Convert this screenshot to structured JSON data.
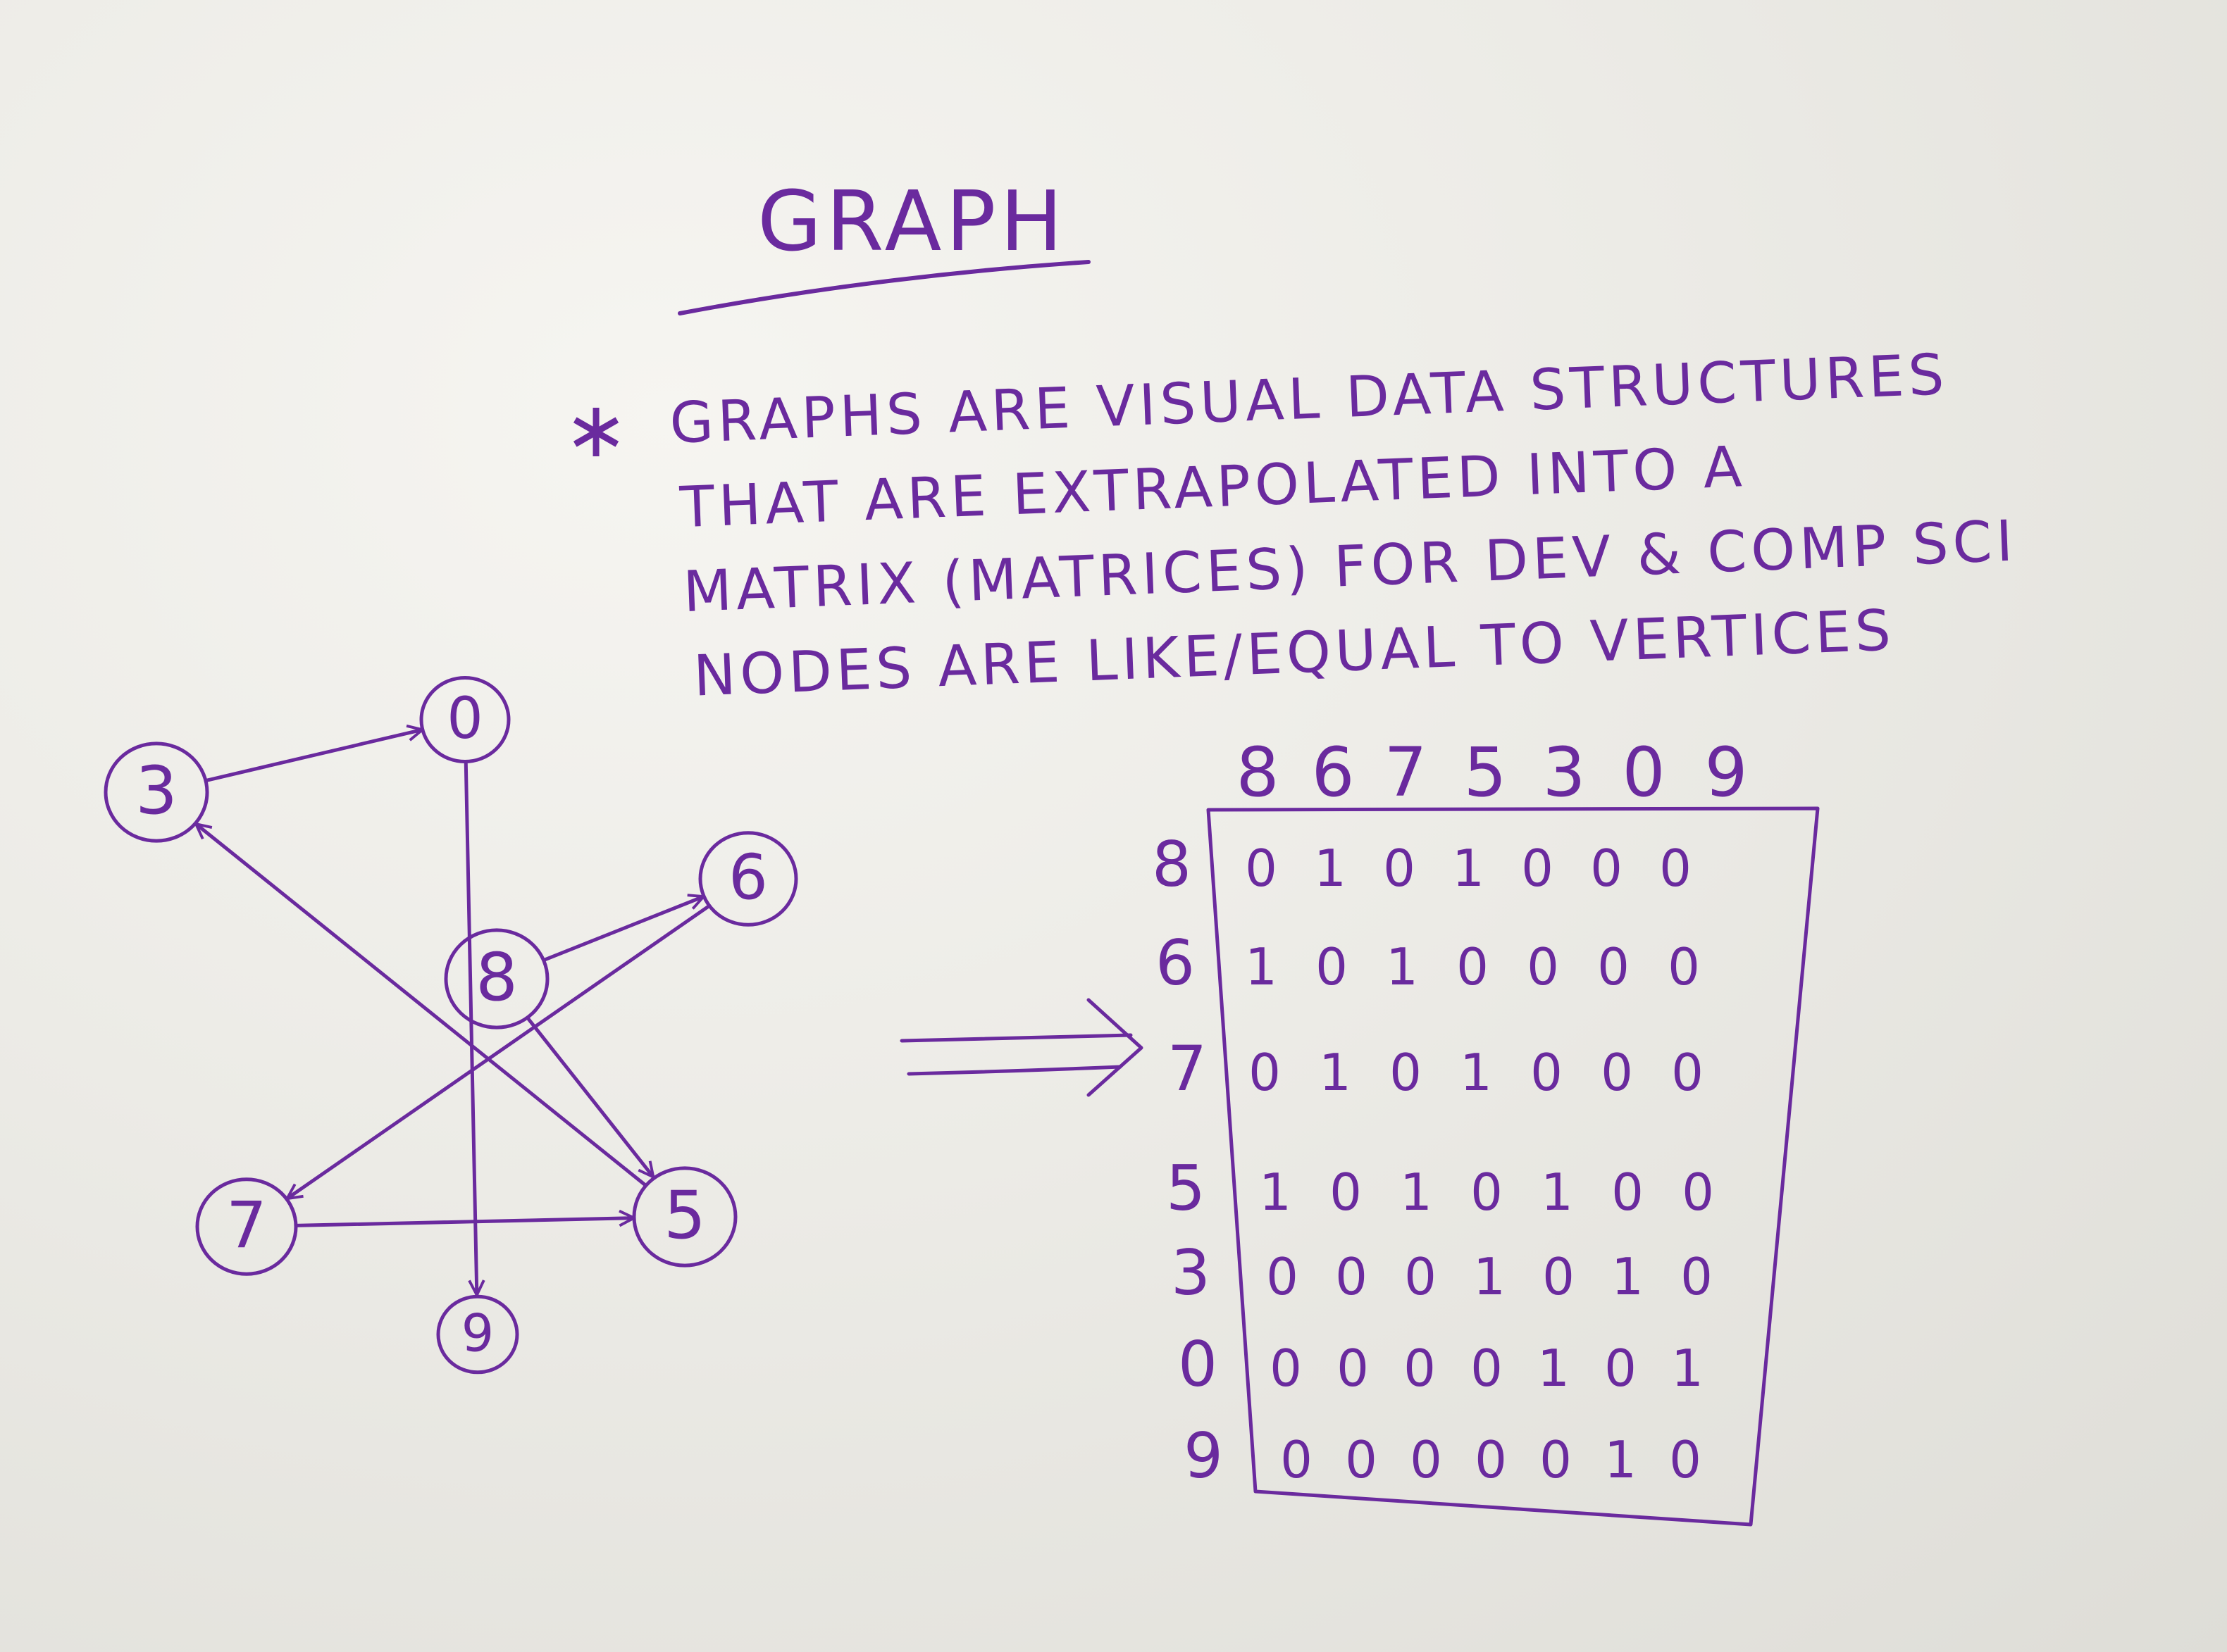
{
  "note": {
    "title": "GRAPH",
    "bullet": "∗",
    "lines": [
      "GRAPHS ARE VISUAL DATA STRUCTURES",
      "THAT ARE EXTRAPOLATED INTO A",
      "MATRIX (MATRICES) FOR DEV & COMP SCI",
      "NODES ARE LIKE/EQUAL TO VERTICES"
    ]
  },
  "graph": {
    "nodes": [
      {
        "id": "3",
        "label": "3"
      },
      {
        "id": "0",
        "label": "0"
      },
      {
        "id": "6",
        "label": "6"
      },
      {
        "id": "8",
        "label": "8"
      },
      {
        "id": "7",
        "label": "7"
      },
      {
        "id": "5",
        "label": "5"
      },
      {
        "id": "9",
        "label": "9"
      }
    ],
    "edges": [
      {
        "from": "3",
        "to": "0"
      },
      {
        "from": "0",
        "to": "9"
      },
      {
        "from": "8",
        "to": "6"
      },
      {
        "from": "8",
        "to": "5"
      },
      {
        "from": "6",
        "to": "7"
      },
      {
        "from": "7",
        "to": "5"
      },
      {
        "from": "5",
        "to": "3"
      }
    ]
  },
  "matrix": {
    "column_headers": [
      "8",
      "6",
      "7",
      "5",
      "3",
      "0",
      "9"
    ],
    "row_headers": [
      "8",
      "6",
      "7",
      "5",
      "3",
      "0",
      "9"
    ],
    "rows": [
      [
        "0",
        "1",
        "0",
        "1",
        "0",
        "0",
        "0"
      ],
      [
        "1",
        "0",
        "1",
        "0",
        "0",
        "0",
        "0"
      ],
      [
        "0",
        "1",
        "0",
        "1",
        "0",
        "0",
        "0"
      ],
      [
        "1",
        "0",
        "1",
        "0",
        "1",
        "0",
        "0"
      ],
      [
        "0",
        "0",
        "0",
        "1",
        "0",
        "1",
        "0"
      ],
      [
        "0",
        "0",
        "0",
        "0",
        "1",
        "0",
        "1"
      ],
      [
        "0",
        "0",
        "0",
        "0",
        "0",
        "1",
        "0"
      ]
    ]
  },
  "colors": {
    "ink": "#6a2a9e",
    "paper": "#ecebe6"
  }
}
